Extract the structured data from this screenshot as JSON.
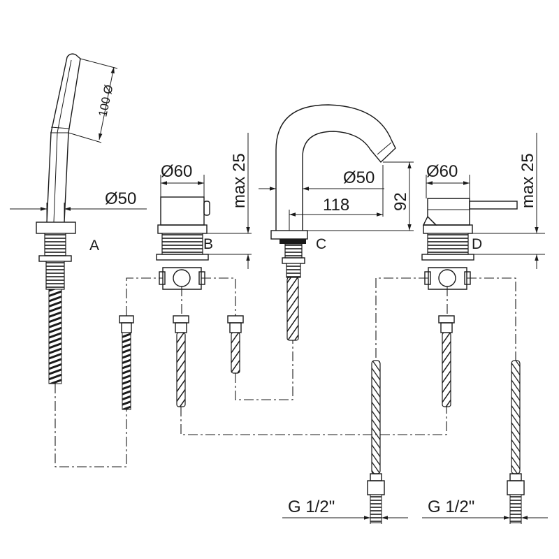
{
  "labels": {
    "a": "A",
    "b": "B",
    "c": "C",
    "d": "D"
  },
  "dimensions": {
    "hand_shower_length": "100 Ø",
    "hand_shower_base": "Ø50",
    "valve_b_diameter": "Ø60",
    "valve_d_diameter": "Ø60",
    "spout_diameter": "Ø50",
    "spout_reach": "118",
    "spout_height": "92",
    "max_left": "max 25",
    "max_right": "max 25",
    "thread_left": "G 1/2\"",
    "thread_right": "G 1/2\""
  },
  "colors": {
    "line": "#1a1a1a",
    "background": "#ffffff"
  }
}
